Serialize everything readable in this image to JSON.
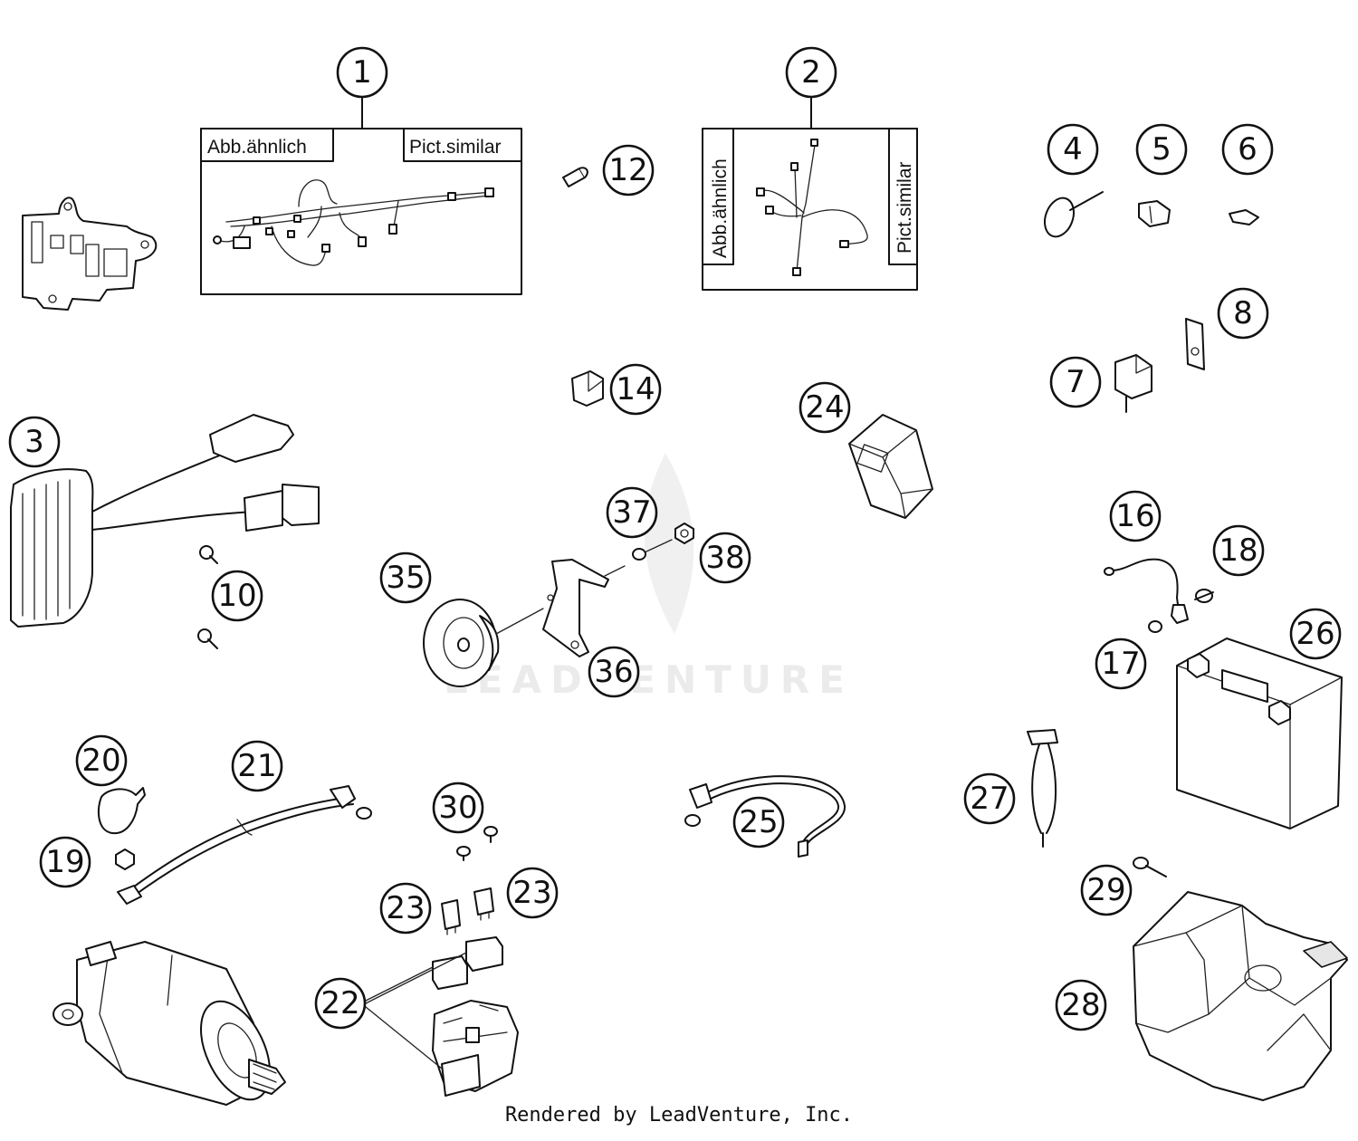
{
  "footer": "Rendered by LeadVenture, Inc.",
  "watermark": "LEADVENTURE",
  "box1": {
    "left_label": "Abb.ähnlich",
    "right_label": "Pict.similar"
  },
  "box2": {
    "left_label": "Abb.ähnlich",
    "right_label": "Pict.similar"
  },
  "callouts": {
    "c1": "1",
    "c2": "2",
    "c3": "3",
    "c4": "4",
    "c5": "5",
    "c6": "6",
    "c7": "7",
    "c8": "8",
    "c10": "10",
    "c12": "12",
    "c14": "14",
    "c16": "16",
    "c17": "17",
    "c18": "18",
    "c19": "19",
    "c20": "20",
    "c21": "21",
    "c22": "22",
    "c23a": "23",
    "c23b": "23",
    "c24": "24",
    "c25": "25",
    "c26": "26",
    "c27": "27",
    "c28": "28",
    "c29": "29",
    "c30": "30",
    "c35": "35",
    "c36": "36",
    "c37": "37",
    "c38": "38"
  }
}
